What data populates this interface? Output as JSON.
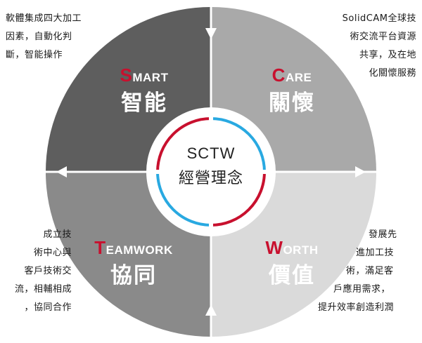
{
  "center": {
    "line1": "SCTW",
    "line2": "經營理念"
  },
  "quadrants": [
    {
      "key": "smart",
      "initial": "S",
      "rest": "MART",
      "zh": "智能",
      "fill": "#5e5e5e",
      "note": [
        "軟體集成四大加工",
        "因素，自動化判",
        "斷，智能操作"
      ]
    },
    {
      "key": "care",
      "initial": "C",
      "rest": "ARE",
      "zh": "關懷",
      "fill": "#a9a9a9",
      "note": [
        "SolidCAM全球技",
        "術交流平台資源",
        "共享，及在地",
        "化關懷服務"
      ]
    },
    {
      "key": "teamwork",
      "initial": "T",
      "rest": "EAMWORK",
      "zh": "協同",
      "fill": "#8a8a8a",
      "note": [
        "成立技",
        "術中心與",
        "客戶技術交",
        "流，相輔相成",
        "，協同合作"
      ]
    },
    {
      "key": "worth",
      "initial": "W",
      "rest": "ORTH",
      "zh": "價值",
      "fill": "#dadada",
      "note": [
        "發展先",
        "進加工技",
        "術，滿足客",
        "戶應用需求，",
        "提升效率創造利潤"
      ]
    }
  ],
  "colors": {
    "accent_red": "#c8102e",
    "accent_blue": "#29a9e1",
    "ring_white": "#ffffff"
  }
}
